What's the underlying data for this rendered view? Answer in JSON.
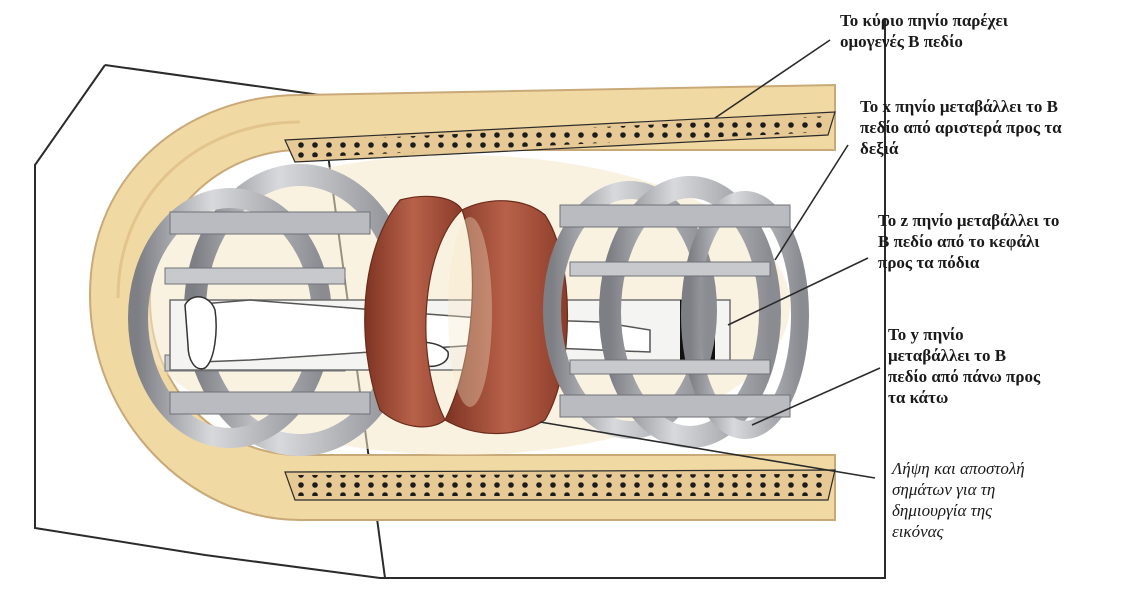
{
  "labels": {
    "main_coil": [
      "Το κύριο πηνίο παρέχει",
      "ομογενές Β πεδίο"
    ],
    "x_coil": [
      "Το x πηνίο μεταβάλλει το Β",
      "πεδίο από αριστερά προς τα",
      "δεξιά"
    ],
    "z_coil": [
      "Το z πηνίο μεταβάλλει το",
      "Β πεδίο από το κεφάλι",
      "προς τα πόδια"
    ],
    "y_coil": [
      "Το y πηνίο",
      "μεταβάλλει το Β",
      "πεδίο από πάνω προς",
      "τα κάτω"
    ],
    "rf_coil": [
      "Λήψη και αποστολή",
      "σημάτων για τη",
      "δημιουργία της",
      "εικόνας"
    ]
  },
  "colors": {
    "main_coil": "#f1d9a4",
    "main_coil_edge": "#c9a978",
    "gradient_coil": "#c2c4c8",
    "gradient_coil_dark": "#8e9096",
    "rf_coil": "#9e4a34",
    "rf_coil_light": "#c06a4f",
    "outline": "#2b2b2b"
  }
}
